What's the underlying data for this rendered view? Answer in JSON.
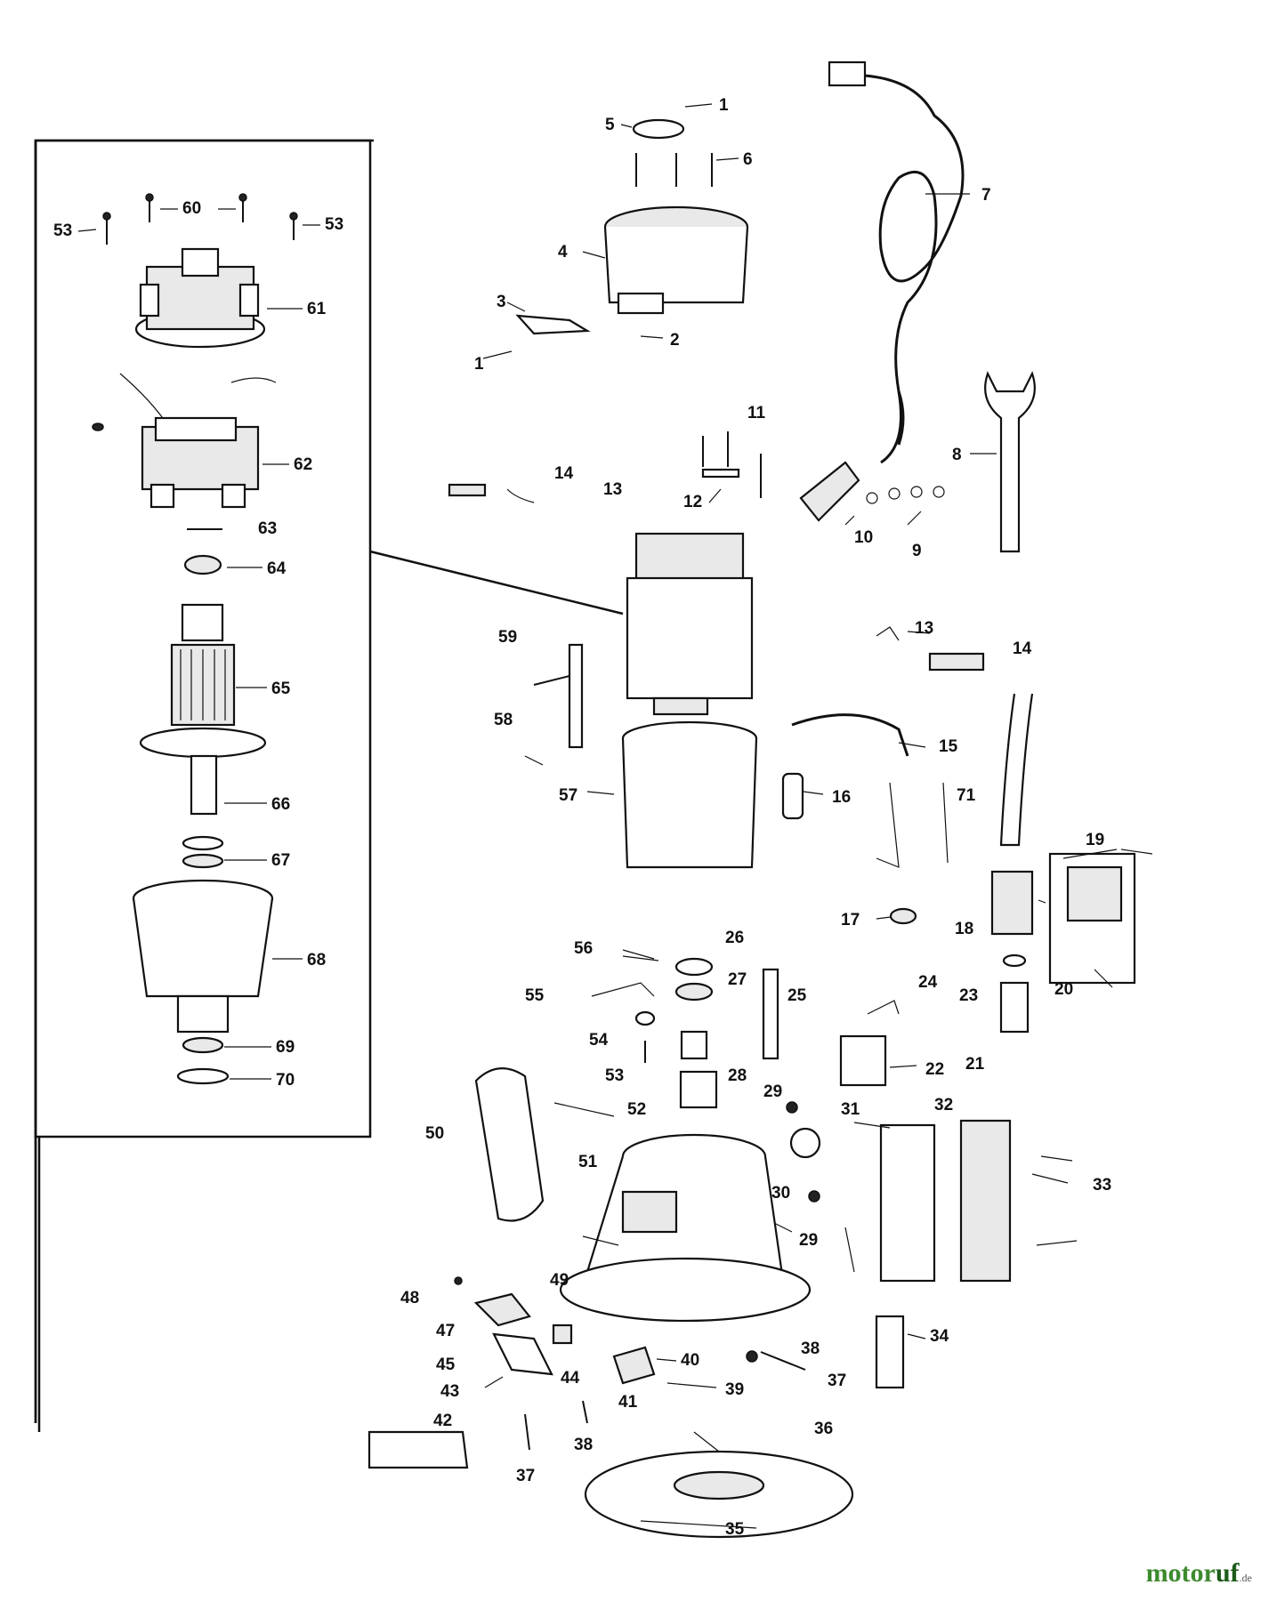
{
  "labels": [
    {
      "id": "1a",
      "text": "1"
    },
    {
      "id": "5",
      "text": "5"
    },
    {
      "id": "6",
      "text": "6"
    },
    {
      "id": "7",
      "text": "7"
    },
    {
      "id": "4",
      "text": "4"
    },
    {
      "id": "3",
      "text": "3"
    },
    {
      "id": "2",
      "text": "2"
    },
    {
      "id": "1b",
      "text": "1"
    },
    {
      "id": "8",
      "text": "8"
    },
    {
      "id": "11",
      "text": "11"
    },
    {
      "id": "14a",
      "text": "14"
    },
    {
      "id": "13a",
      "text": "13"
    },
    {
      "id": "12",
      "text": "12"
    },
    {
      "id": "10",
      "text": "10"
    },
    {
      "id": "9",
      "text": "9"
    },
    {
      "id": "13b",
      "text": "13"
    },
    {
      "id": "14b",
      "text": "14"
    },
    {
      "id": "59",
      "text": "59"
    },
    {
      "id": "58",
      "text": "58"
    },
    {
      "id": "15",
      "text": "15"
    },
    {
      "id": "71",
      "text": "71"
    },
    {
      "id": "16",
      "text": "16"
    },
    {
      "id": "57",
      "text": "57"
    },
    {
      "id": "19",
      "text": "19"
    },
    {
      "id": "17",
      "text": "17"
    },
    {
      "id": "18",
      "text": "18"
    },
    {
      "id": "20",
      "text": "20"
    },
    {
      "id": "56",
      "text": "56"
    },
    {
      "id": "26",
      "text": "26"
    },
    {
      "id": "27",
      "text": "27"
    },
    {
      "id": "25",
      "text": "25"
    },
    {
      "id": "24",
      "text": "24"
    },
    {
      "id": "23",
      "text": "23"
    },
    {
      "id": "55",
      "text": "55"
    },
    {
      "id": "54",
      "text": "54"
    },
    {
      "id": "53",
      "text": "53"
    },
    {
      "id": "28",
      "text": "28"
    },
    {
      "id": "22",
      "text": "22"
    },
    {
      "id": "21",
      "text": "21"
    },
    {
      "id": "52",
      "text": "52"
    },
    {
      "id": "29a",
      "text": "29"
    },
    {
      "id": "31",
      "text": "31"
    },
    {
      "id": "32",
      "text": "32"
    },
    {
      "id": "50",
      "text": "50"
    },
    {
      "id": "51",
      "text": "51"
    },
    {
      "id": "30",
      "text": "30"
    },
    {
      "id": "33",
      "text": "33"
    },
    {
      "id": "29b",
      "text": "29"
    },
    {
      "id": "48",
      "text": "48"
    },
    {
      "id": "49",
      "text": "49"
    },
    {
      "id": "47",
      "text": "47"
    },
    {
      "id": "45",
      "text": "45"
    },
    {
      "id": "44",
      "text": "44"
    },
    {
      "id": "40",
      "text": "40"
    },
    {
      "id": "38a",
      "text": "38"
    },
    {
      "id": "34",
      "text": "34"
    },
    {
      "id": "43",
      "text": "43"
    },
    {
      "id": "37a",
      "text": "37"
    },
    {
      "id": "39",
      "text": "39"
    },
    {
      "id": "41",
      "text": "41"
    },
    {
      "id": "42",
      "text": "42"
    },
    {
      "id": "36",
      "text": "36"
    },
    {
      "id": "38b",
      "text": "38"
    },
    {
      "id": "37b",
      "text": "37"
    },
    {
      "id": "35",
      "text": "35"
    },
    {
      "id": "60",
      "text": "60"
    },
    {
      "id": "53L",
      "text": "53"
    },
    {
      "id": "53R",
      "text": "53"
    },
    {
      "id": "61",
      "text": "61"
    },
    {
      "id": "62",
      "text": "62"
    },
    {
      "id": "63",
      "text": "63"
    },
    {
      "id": "64",
      "text": "64"
    },
    {
      "id": "65",
      "text": "65"
    },
    {
      "id": "66",
      "text": "66"
    },
    {
      "id": "67",
      "text": "67"
    },
    {
      "id": "68",
      "text": "68"
    },
    {
      "id": "69",
      "text": "69"
    },
    {
      "id": "70",
      "text": "70"
    }
  ],
  "watermark": {
    "brand_a": "motor",
    "brand_b": "uf",
    "tld": ".de"
  }
}
